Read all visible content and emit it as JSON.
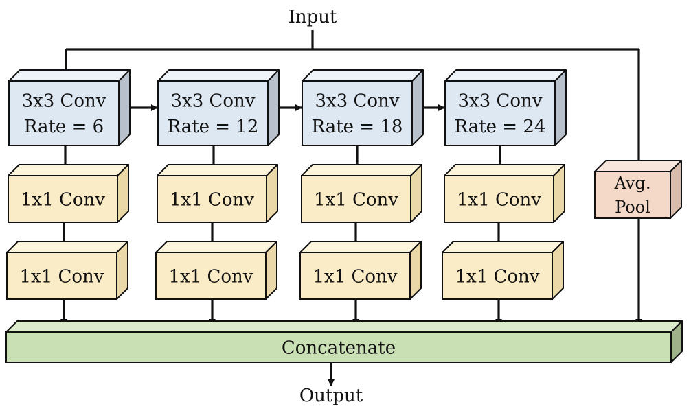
{
  "input_label": "Input",
  "output_label": "Output",
  "colors": {
    "atrous_front": "#dde8f3",
    "atrous_top": "#eef3f9",
    "atrous_side": "#b7c0cb",
    "conv1x1_front": "#fbecc8",
    "conv1x1_top": "#fdf4dc",
    "conv1x1_side": "#ead8a8",
    "pool_front": "#f4d8c8",
    "pool_top": "#f8e6dc",
    "pool_side": "#d9bcab",
    "concat_front": "#c9dfb4",
    "concat_top": "#dcebcb",
    "concat_side": "#9fb28a",
    "line": "#111111"
  },
  "branches": [
    {
      "atrous": {
        "line1": "3x3 Conv",
        "line2": "Rate = 6"
      },
      "conv_a": "1x1 Conv",
      "conv_b": "1x1 Conv"
    },
    {
      "atrous": {
        "line1": "3x3 Conv",
        "line2": "Rate = 12"
      },
      "conv_a": "1x1 Conv",
      "conv_b": "1x1 Conv"
    },
    {
      "atrous": {
        "line1": "3x3 Conv",
        "line2": "Rate = 18"
      },
      "conv_a": "1x1 Conv",
      "conv_b": "1x1 Conv"
    },
    {
      "atrous": {
        "line1": "3x3 Conv",
        "line2": "Rate = 24"
      },
      "conv_a": "1x1 Conv",
      "conv_b": "1x1 Conv"
    }
  ],
  "pool": {
    "line1": "Avg.",
    "line2": "Pool"
  },
  "concat_label": "Concatenate"
}
